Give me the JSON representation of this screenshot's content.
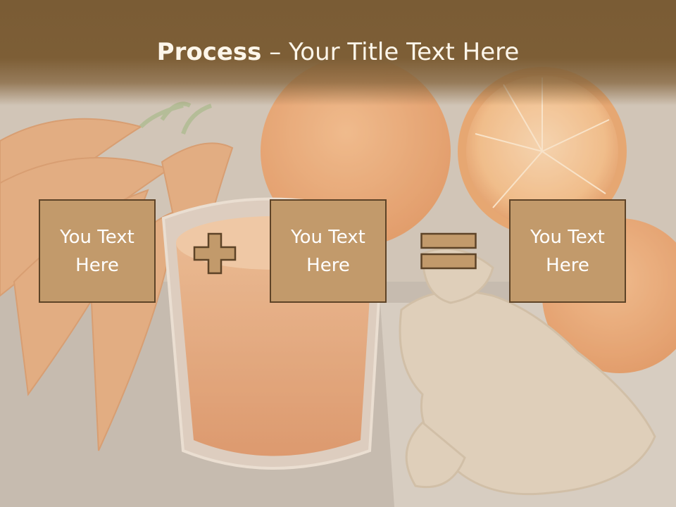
{
  "title": {
    "emphasis": "Process",
    "separator": " – ",
    "rest": "Your Title Text Here"
  },
  "boxes": [
    {
      "label": "You Text Here"
    },
    {
      "label": "You Text Here"
    },
    {
      "label": "You Text Here"
    }
  ],
  "colors": {
    "title_band": "#7a5c35",
    "box_fill": "#c29a6b",
    "box_border": "#5d4327",
    "operator_fill": "#c29a6b",
    "text": "#ffffff"
  },
  "icons": [
    "plus-icon",
    "equals-icon"
  ]
}
